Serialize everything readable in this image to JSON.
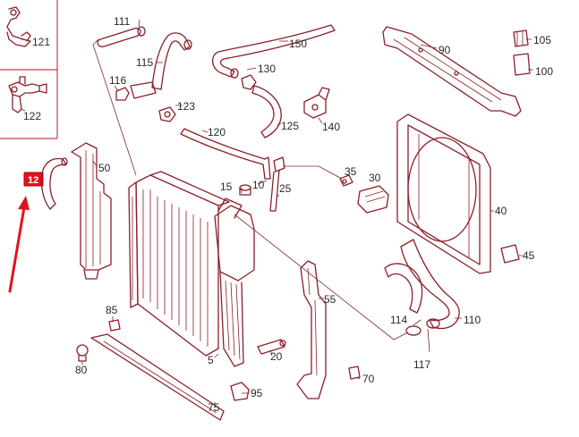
{
  "diagram": {
    "labels": {
      "p111": "111",
      "p150": "150",
      "p90": "90",
      "p105": "105",
      "p100": "100",
      "p121": "121",
      "p122": "122",
      "p115": "115",
      "p130": "130",
      "p116": "116",
      "p123": "123",
      "p140": "140",
      "p125": "125",
      "p120": "120",
      "p50": "50",
      "p35": "35",
      "p30": "30",
      "p15": "15",
      "p10": "10",
      "p25": "25",
      "p40": "40",
      "p45": "45",
      "p55": "55",
      "p114": "114",
      "p110": "110",
      "p85": "85",
      "p117": "117",
      "p5": "5",
      "p20": "20",
      "p80": "80",
      "p70": "70",
      "p95": "95",
      "p75": "75",
      "highlighted": "12"
    },
    "colors": {
      "line": "#8b1f28",
      "highlight": "#e0141e",
      "inset_border": "#c0404a"
    }
  }
}
